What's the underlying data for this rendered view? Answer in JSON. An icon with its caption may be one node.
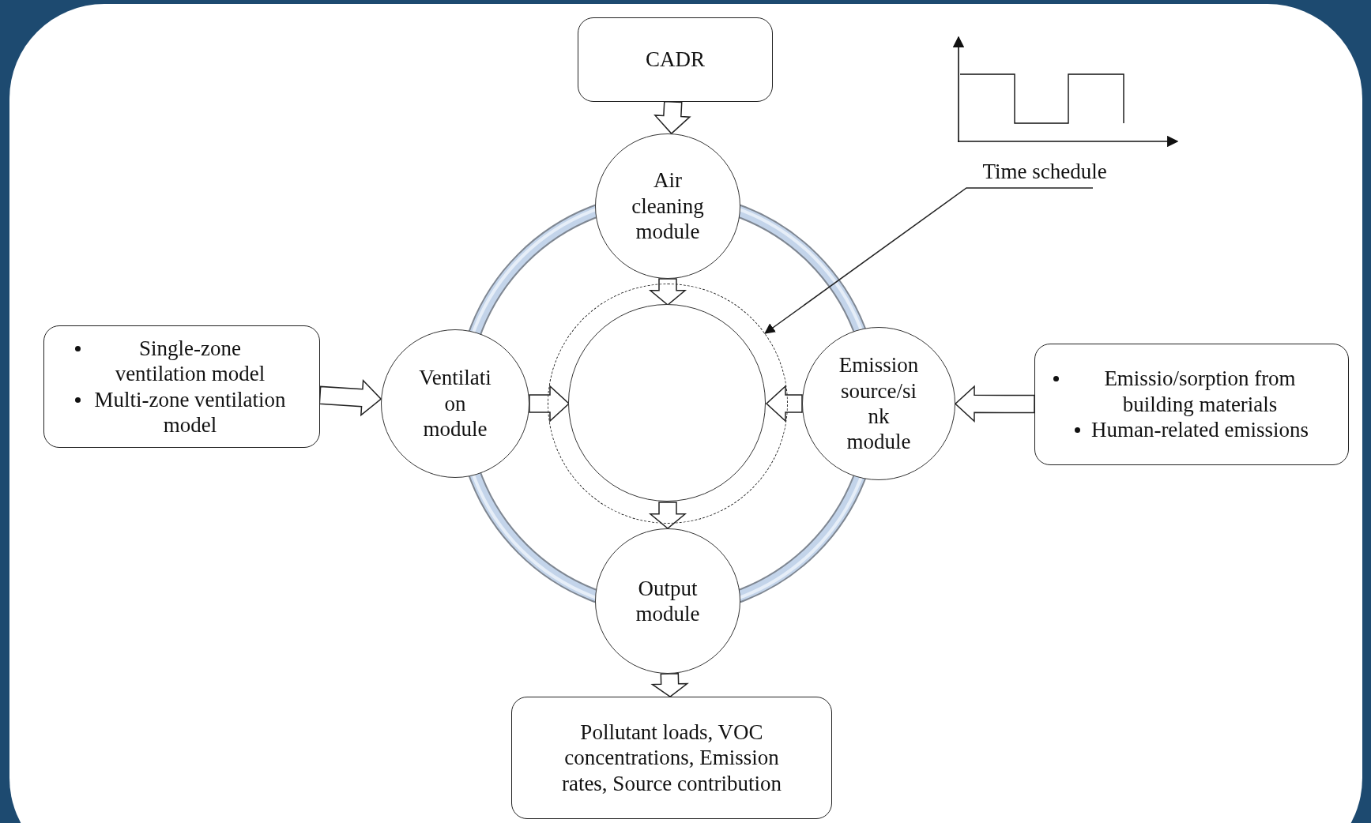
{
  "diagram": {
    "nodes": [
      {
        "text": [
          "CADR"
        ]
      },
      {
        "text": [
          "Air cleaning module"
        ]
      },
      {
        "text": [
          "Single-zone ventilation model",
          "Multi-zone ventilation model"
        ]
      },
      {
        "text": [
          "Ventilati on module"
        ]
      },
      {
        "text": [],
        "shape": "circle"
      },
      {
        "text": [],
        "shape": "circle",
        "in": 4
      },
      {
        "text": [
          "Emission source/si nk module"
        ]
      },
      {
        "text": [
          "Emissio/sorption from building materials",
          "Human-related emissions"
        ]
      },
      {
        "text": [
          "Output module"
        ]
      },
      {
        "text": [
          "Pollutant loads, VOC concentrations, Emission rates, Source contribution"
        ]
      },
      {
        "text": [
          "Time schedule"
        ]
      }
    ],
    "edges": [
      {
        "from": 0,
        "to": 1,
        "arrow": "to",
        "style": "thick"
      },
      {
        "from": 1,
        "to": 5,
        "arrow": "to",
        "style": "thick"
      },
      {
        "from": 3,
        "to": 5,
        "arrow": "to",
        "style": "thick"
      },
      {
        "from": 6,
        "to": 5,
        "arrow": "to",
        "style": "thick"
      },
      {
        "from": 5,
        "to": 8,
        "arrow": "to",
        "style": "thick"
      },
      {
        "from": 2,
        "to": 3,
        "arrow": "to",
        "style": "thick"
      },
      {
        "from": 7,
        "to": 6,
        "arrow": "to",
        "style": "thick"
      },
      {
        "from": 8,
        "to": 9,
        "arrow": "to",
        "style": "thick"
      },
      {
        "from": 10,
        "to": 4,
        "arrow": "to"
      }
    ]
  }
}
